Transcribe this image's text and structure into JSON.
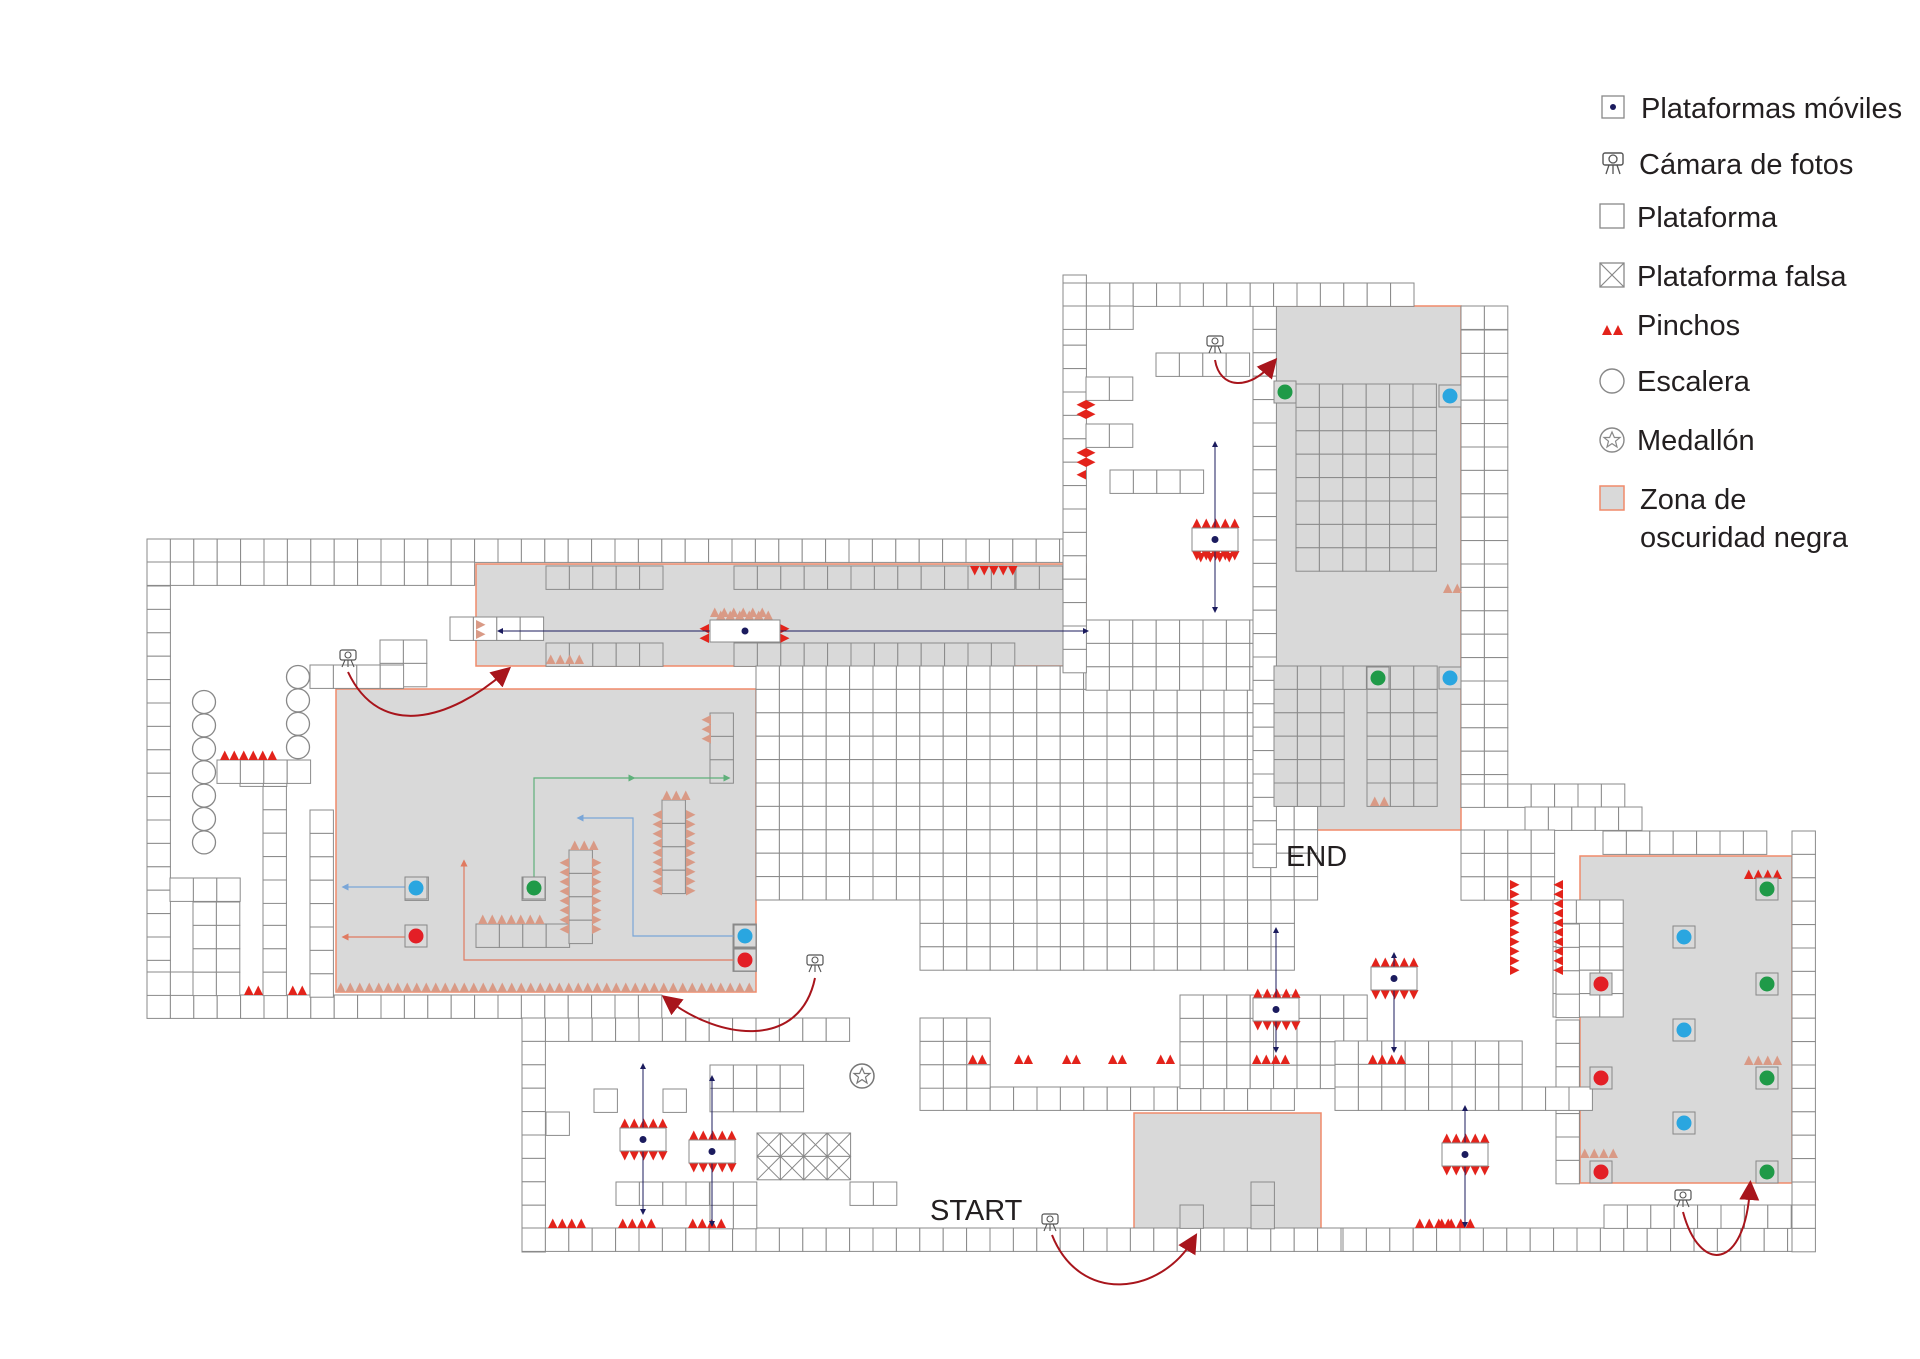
{
  "labels": {
    "start": "START",
    "end": "END"
  },
  "legend": [
    {
      "id": "moving-platform",
      "label": "Plataformas móviles",
      "icon": "moving-platform-icon"
    },
    {
      "id": "photo-camera",
      "label": "Cámara de fotos",
      "icon": "camera-icon"
    },
    {
      "id": "platform",
      "label": "Plataforma",
      "icon": "platform-icon"
    },
    {
      "id": "fake-platform",
      "label": "Plataforma falsa",
      "icon": "fake-platform-icon"
    },
    {
      "id": "spikes",
      "label": "Pinchos",
      "icon": "spikes-icon"
    },
    {
      "id": "ladder",
      "label": "Escalera",
      "icon": "ladder-icon"
    },
    {
      "id": "medallion",
      "label": "Medallón",
      "icon": "medallion-icon"
    },
    {
      "id": "dark-zone",
      "label": "Zona de",
      "label2": "oscuridad negra",
      "icon": "dark-zone-icon"
    }
  ],
  "colors": {
    "tile_stroke": "#8a8a8a",
    "dark_zone_fill": "#d9d9d9",
    "dark_zone_stroke": "#f08a6a",
    "spike_red": "#e3231b",
    "spike_pale": "#d99a86",
    "arrow_red": "#a8151c",
    "moving_dot": "#1b1b5e",
    "switch_red": "#e31f26",
    "switch_green": "#1f9a48",
    "switch_blue": "#2aa6e0",
    "path_blue": "#7aa6d8",
    "path_green": "#5fb07a",
    "path_red": "#e07a60"
  }
}
